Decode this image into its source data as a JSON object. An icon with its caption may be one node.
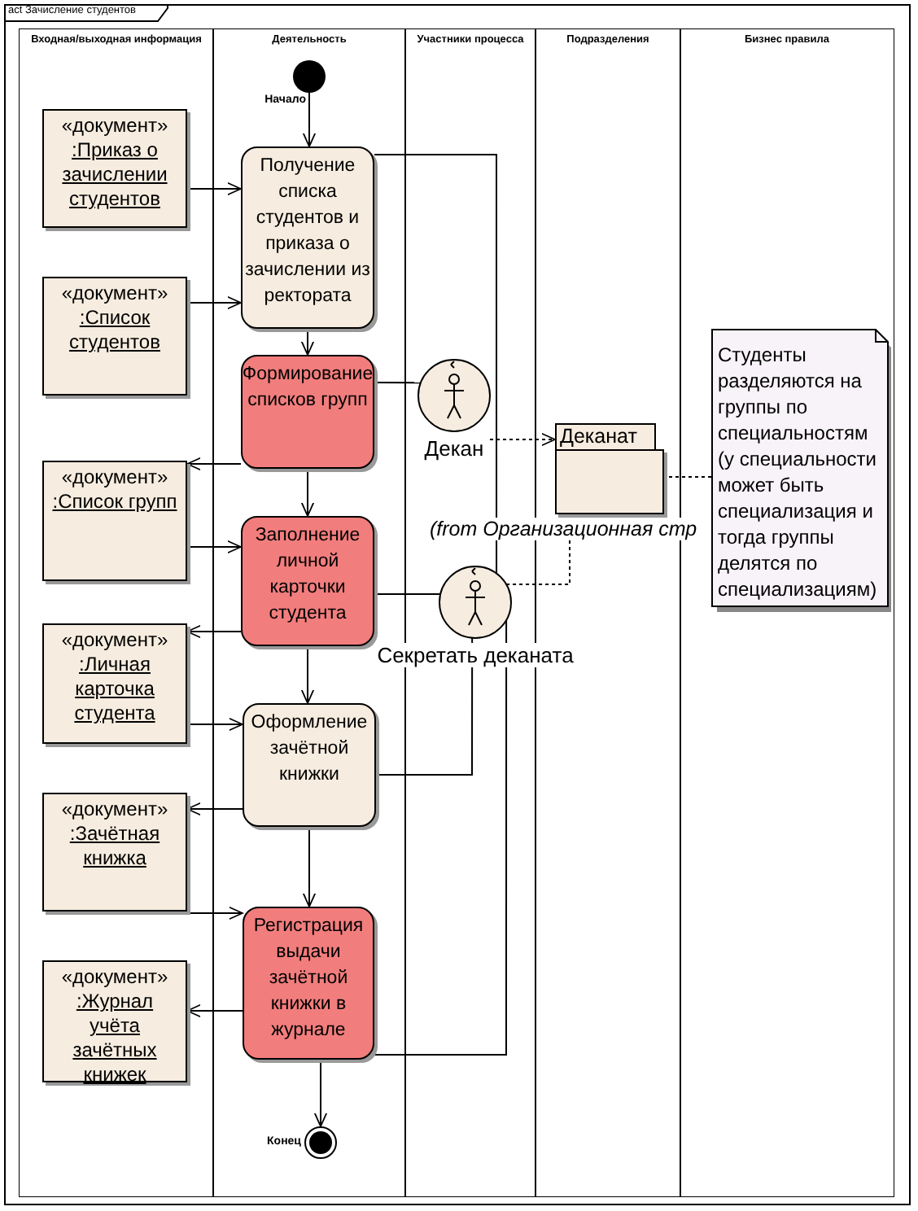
{
  "diagram": {
    "title": "act Зачисление студентов",
    "nodes": [
      {
        "text": [
          "Входная/выходная информация"
        ]
      },
      {
        "text": [
          "«документ»",
          ":Приказ о зачислении студентов"
        ],
        "in": 0
      },
      {
        "text": [
          "«документ»",
          ":Список студентов"
        ],
        "in": 0
      },
      {
        "text": [
          "«документ»",
          ":Список групп"
        ],
        "in": 0
      },
      {
        "text": [
          "«документ»",
          ":Личная карточка студента"
        ],
        "in": 0
      },
      {
        "text": [
          "«документ»",
          ":Зачётная книжка"
        ],
        "in": 0
      },
      {
        "text": [
          "«документ»",
          ":Журнал учёта зачётных книжек"
        ],
        "in": 0
      },
      {
        "text": [
          "Деятельность"
        ]
      },
      {
        "text": [],
        "shape": "circle",
        "beside": [
          "Начало"
        ],
        "in": 7
      },
      {
        "text": [
          "Получение списка студентов и приказа о зачислении из ректората"
        ],
        "in": 7
      },
      {
        "text": [
          "Формирование списков групп"
        ],
        "in": 7
      },
      {
        "text": [
          "Заполнение личной карточки студента"
        ],
        "in": 7
      },
      {
        "text": [
          "Оформление зачётной книжки"
        ],
        "in": 7
      },
      {
        "text": [
          "Регистрация выдачи зачётной книжки в журнале"
        ],
        "in": 7
      },
      {
        "text": [],
        "shape": "circle",
        "beside": [
          "Конец"
        ],
        "in": 7
      },
      {
        "text": [
          "Участники процесса"
        ]
      },
      {
        "text": [
          "Декан"
        ],
        "in": 15
      },
      {
        "text": [
          "Секретать деканата"
        ]
      },
      {
        "text": [
          "Подразделения"
        ]
      },
      {
        "text": [
          "Деканат"
        ],
        "beside": [
          "(from Организационная стр"
        ],
        "in": 18
      },
      {
        "text": [
          "Бизнес правила"
        ]
      },
      {
        "text": [
          "Студенты разделяются на группы по специальностям (у специальности может быть специализация и тогда группы делятся по специализациям)"
        ],
        "in": 20
      }
    ],
    "edges": [
      {
        "from": 8,
        "to": 9,
        "arrow": "to"
      },
      {
        "from": 9,
        "to": 10,
        "arrow": "to"
      },
      {
        "from": 10,
        "to": 11,
        "arrow": "to"
      },
      {
        "from": 11,
        "to": 12,
        "arrow": "to"
      },
      {
        "from": 12,
        "to": 13,
        "arrow": "to"
      },
      {
        "from": 13,
        "to": 14,
        "arrow": "to"
      },
      {
        "from": 1,
        "to": 9,
        "arrow": "to"
      },
      {
        "from": 2,
        "to": 9,
        "arrow": "to"
      },
      {
        "from": 10,
        "to": 3,
        "arrow": "to"
      },
      {
        "from": 3,
        "to": 11,
        "arrow": "to"
      },
      {
        "from": 11,
        "to": 4,
        "arrow": "to"
      },
      {
        "from": 4,
        "to": 12,
        "arrow": "to"
      },
      {
        "from": 12,
        "to": 5,
        "arrow": "to"
      },
      {
        "from": 5,
        "to": 13,
        "arrow": "to"
      },
      {
        "from": 13,
        "to": 6,
        "arrow": "to"
      },
      {
        "from": 10,
        "to": 16,
        "arrow": "none"
      },
      {
        "from": 9,
        "to": 17,
        "arrow": "none"
      },
      {
        "from": 11,
        "to": 17,
        "arrow": "none"
      },
      {
        "from": 12,
        "to": 17,
        "arrow": "none"
      },
      {
        "from": 13,
        "to": 17,
        "arrow": "none"
      },
      {
        "from": 16,
        "to": 19,
        "arrow": "to",
        "style": "dashed"
      },
      {
        "from": 17,
        "to": 19,
        "arrow": "to",
        "style": "dashed"
      },
      {
        "from": 21,
        "to": 19,
        "arrow": "none",
        "style": "dashed"
      }
    ]
  }
}
